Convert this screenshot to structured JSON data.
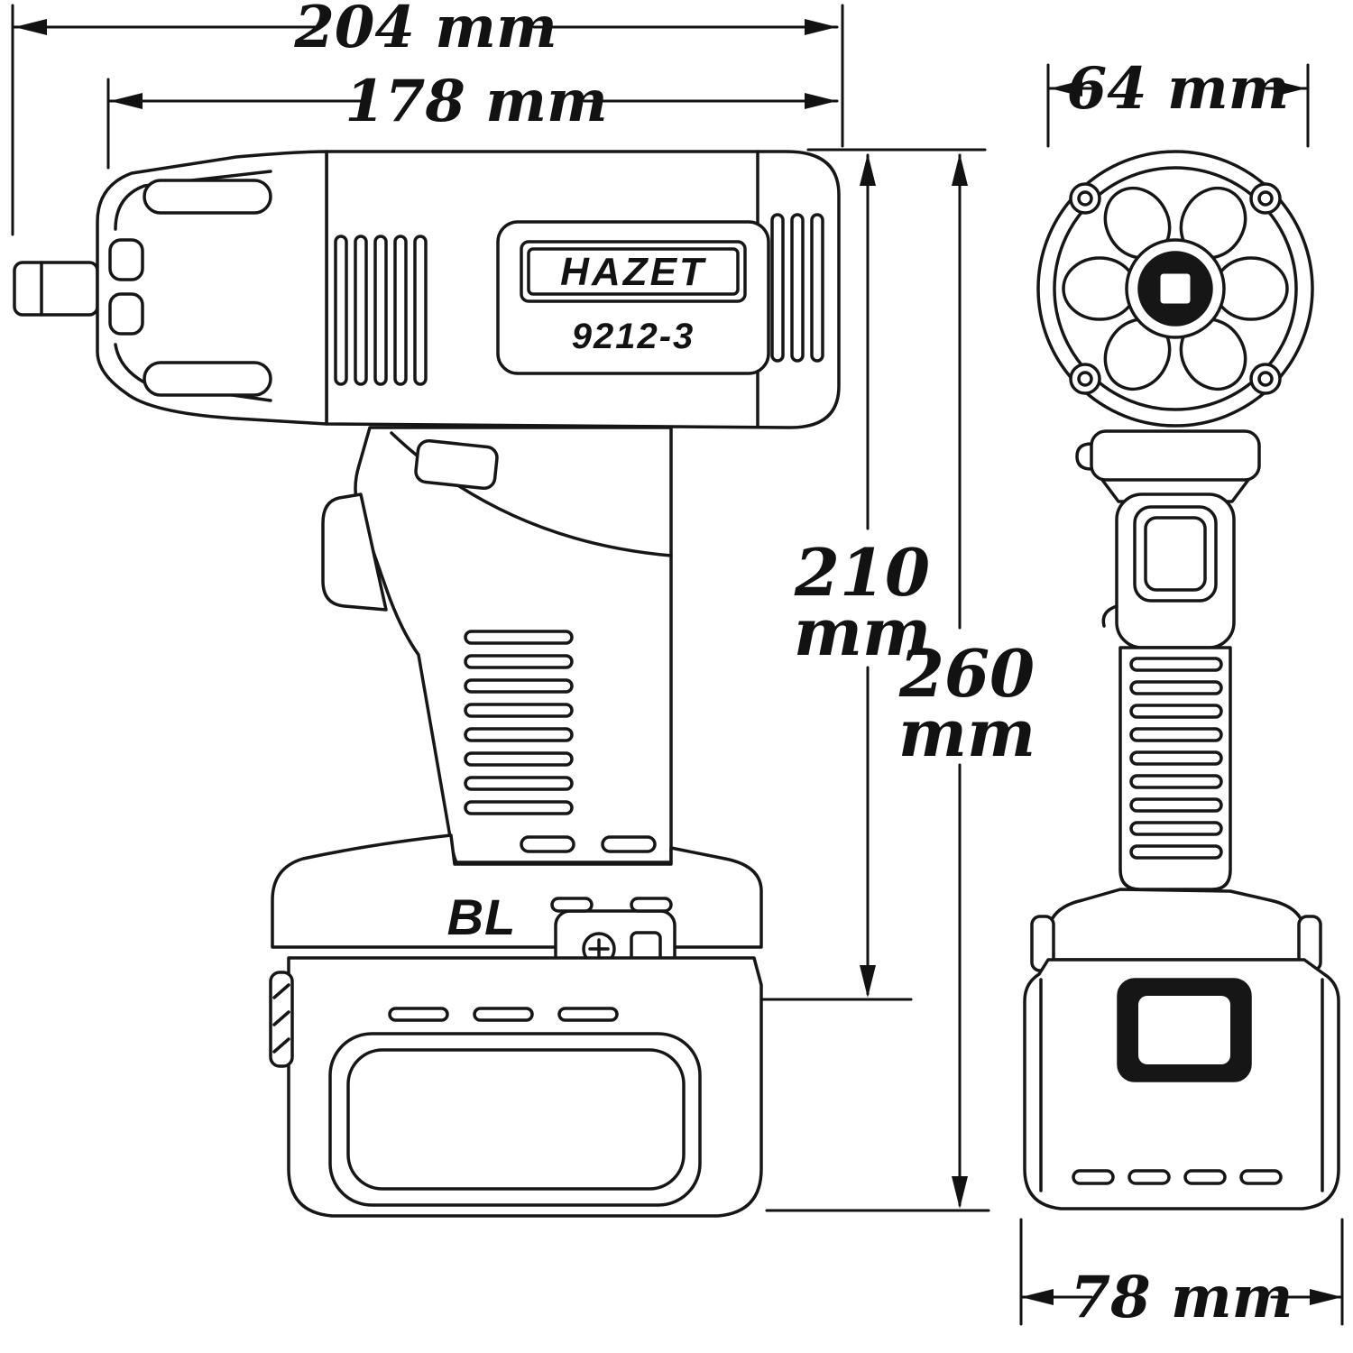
{
  "drawing": {
    "brand": "HAZET",
    "model": "9212-3",
    "motor_badge": "BL"
  },
  "dimensions": {
    "overall_length": "204 mm",
    "housing_length": "178 mm",
    "head_width": "64 mm",
    "height_without_battery": {
      "value": "210",
      "unit": "mm"
    },
    "overall_height": {
      "value": "260",
      "unit": "mm"
    },
    "battery_width": "78 mm"
  }
}
